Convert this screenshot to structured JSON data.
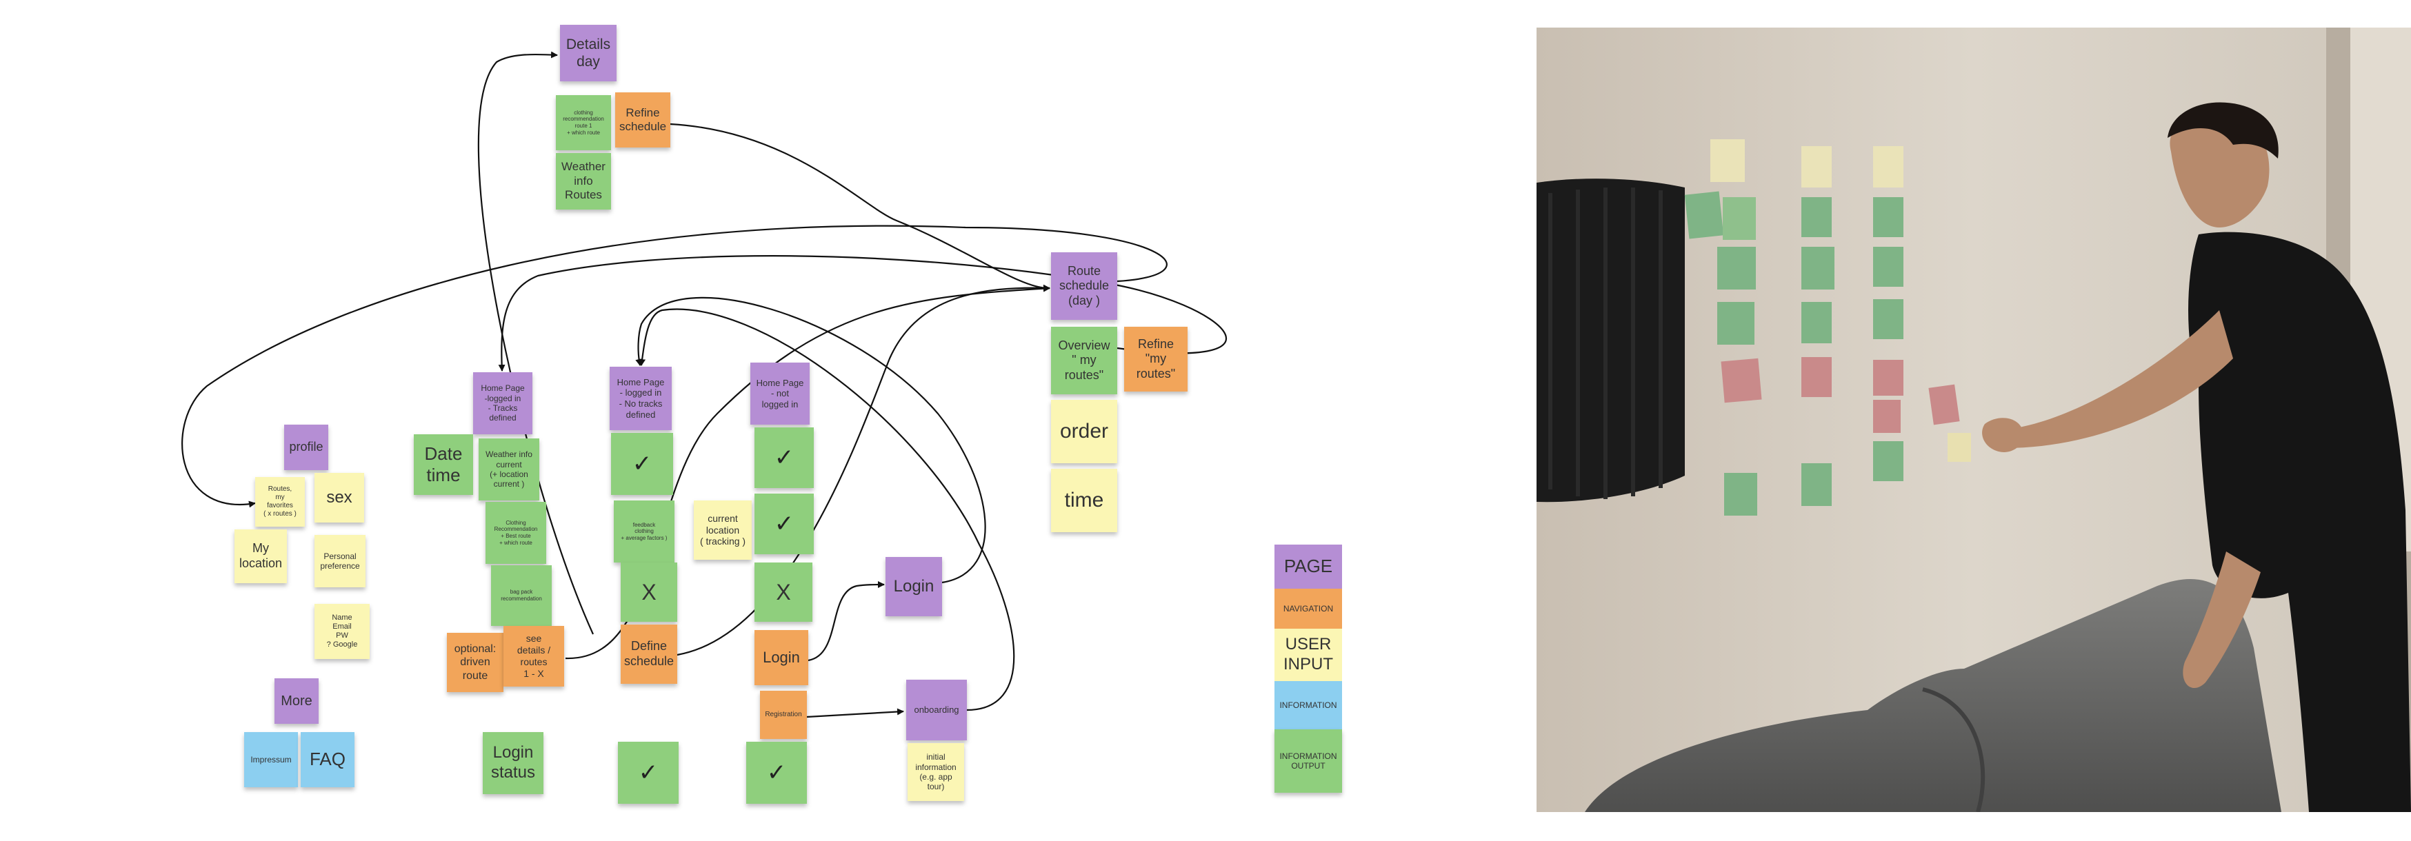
{
  "notes": {
    "details_day": "Details\nday",
    "clothing_top": "clothing\nrecommendation\nroute 1\n+ which route",
    "refine_schedule_top": "Refine\nschedule",
    "weather_routes": "Weather\ninfo\nRoutes",
    "route_schedule": "Route\nschedule\n(day )",
    "overview_routes": "Overview\n\" my\nroutes\"",
    "refine_my_routes": "Refine\n\"my\nroutes\"",
    "order": "order",
    "time": "time",
    "profile": "profile",
    "routes_favorites": "Routes,\nmy\nfavorites\n( x routes )",
    "sex": "sex",
    "my_location": "My\nlocation",
    "personal_preference": "Personal\npreference",
    "name_email": "Name\nEmail\nPW\n? Google",
    "more": "More",
    "impressum": "Impressum",
    "faq": "FAQ",
    "home_tracks": "Home Page\n-logged in\n- Tracks\ndefined",
    "date_time": "Date\ntime",
    "weather_current": "Weather info\ncurrent\n(+ location\ncurrent )",
    "clothing_mid": "Clothing\nRecommendation\n+ Best route\n+ which route",
    "bag_pack": "bag pack\nrecommendation",
    "optional_route": "optional:\ndriven\nroute",
    "see_details": "see\ndetails /\nroutes\n1 - X",
    "login_status": "Login\nstatus",
    "home_no_tracks": "Home Page\n- logged in\n- No tracks\ndefined",
    "check_1": "✓",
    "feedback": "feedback\nclothing\n+ average factors )",
    "x_1": "X",
    "define_schedule": "Define\nschedule",
    "check_2": "✓",
    "current_location": "current\nlocation\n( tracking )",
    "home_not_logged": "Home Page\n- not\nlogged in",
    "check_3": "✓",
    "check_4": "✓",
    "x_2": "X",
    "login_orange": "Login",
    "registration": "Registration",
    "check_5": "✓",
    "login_purple": "Login",
    "onboarding": "onboarding",
    "initial_info": "initial\ninformation\n(e.g. app\ntour)"
  },
  "legend": {
    "page": "PAGE",
    "navigation": "NAVIGATION",
    "user_input": "USER\nINPUT",
    "information": "INFORMATION",
    "information_output": "INFORMATION\nOUTPUT"
  },
  "colors": {
    "purple": "#b58ed4",
    "green": "#8fcf7d",
    "yellow": "#fbf6b4",
    "orange": "#f2a55a",
    "blue": "#8ccff0"
  }
}
